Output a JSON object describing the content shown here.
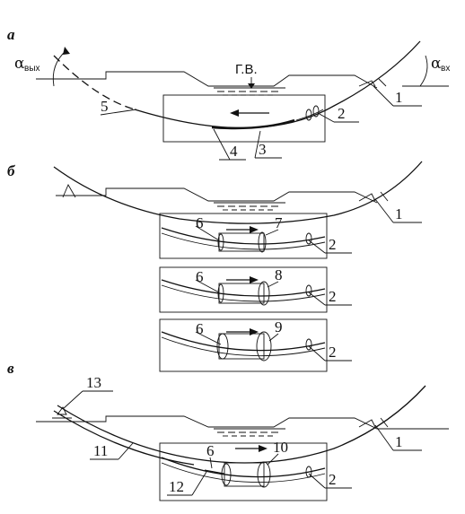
{
  "sections": {
    "a": "а",
    "b": "б",
    "v": "в"
  },
  "angles": {
    "exit_symbol": "α",
    "exit_sub": "вых",
    "entry_symbol": "α",
    "entry_sub": "вх"
  },
  "water_level_label": "Г.В.",
  "callouts": {
    "a": [
      "1",
      "2",
      "3",
      "4",
      "5"
    ],
    "b1": [
      "1",
      "2",
      "6",
      "7"
    ],
    "b2": [
      "2",
      "6",
      "8"
    ],
    "b3": [
      "2",
      "6",
      "9"
    ],
    "v": [
      "1",
      "2",
      "6",
      "10",
      "11",
      "12",
      "13"
    ]
  }
}
